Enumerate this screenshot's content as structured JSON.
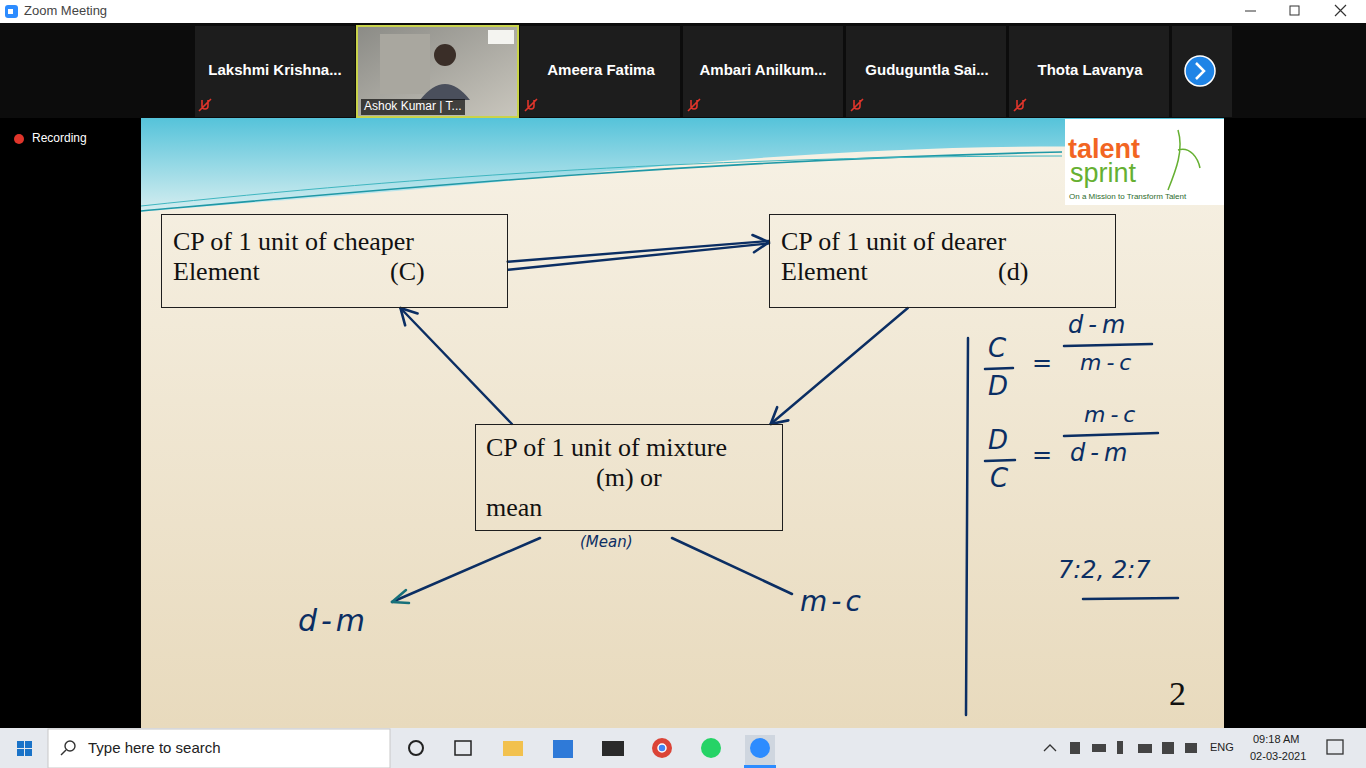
{
  "diagram": {
    "nodes": [
      {
        "text": [
          "CP of 1 unit of cheaper Element",
          "(C)"
        ]
      },
      {
        "text": [
          "CP of 1 unit of dearer Element",
          "(d)"
        ]
      },
      {
        "text": [
          "CP of 1 unit of mixture",
          "(m) or",
          "mean"
        ]
      }
    ],
    "edges": [
      {
        "from": 0,
        "to": 1,
        "arrow": "to"
      },
      {
        "from": 1,
        "to": 2,
        "arrow": "to"
      },
      {
        "from": 2,
        "to": 0,
        "arrow": "to"
      }
    ],
    "labels": [
      "Zoom Meeting",
      "Lakshmi Krishna...",
      "Ashok Kumar | T...",
      "Ameera Fatima",
      "Ambari Anilkum...",
      "Guduguntla Sai...",
      "Thota Lavanya",
      "Recording",
      "talent",
      "sprint",
      "On a Mission to Transform Talent",
      "(Mean)",
      "d-m",
      "m-c",
      "C",
      "D",
      "=",
      "d-m",
      "m-c",
      "D",
      "C",
      "=",
      "m-c",
      "d-m",
      "7:2, 2:7",
      "2",
      "Type here to search",
      "ENG",
      "09:18 AM",
      "02-03-2021"
    ]
  }
}
